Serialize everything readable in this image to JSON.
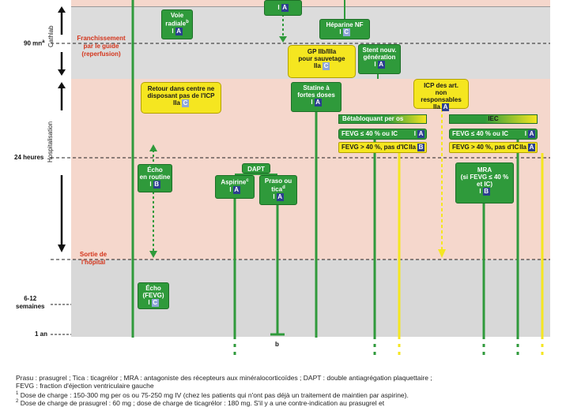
{
  "time_axis": {
    "cath_time": "90 mn",
    "cath_sup": "a",
    "hours_24": "24 heures",
    "weeks": "6-12\nsemaines",
    "year": "1 an"
  },
  "phases": {
    "cathlab": "Cathlab",
    "hospital": "Hospitalisation"
  },
  "events": {
    "reperfusion": "Franchissement\npar le guide\n(reperfusion)",
    "discharge": "Sortie de\nl'hôpital"
  },
  "boxes": {
    "radial": {
      "t": "Voie\nradiale",
      "sup": "b",
      "c": "I",
      "l": "A"
    },
    "top_center": {
      "c": "I",
      "l": "A"
    },
    "heparin": {
      "t": "Héparine NF",
      "c": "I",
      "l": "C"
    },
    "gp": {
      "t": "GP IIb/IIIa\npour sauvetage",
      "c": "IIa",
      "l": "C"
    },
    "stent": {
      "t": "Stent nouv.\ngénération",
      "c": "I",
      "l": "A"
    },
    "retour": {
      "t": "Retour dans centre ne\ndisposant pas de l'ICP",
      "c": "IIa",
      "l": "C"
    },
    "statin": {
      "t": "Statine à\nfortes doses",
      "c": "I",
      "l": "A"
    },
    "icp": {
      "t": "ICP des art.\nnon responsables",
      "c": "IIa",
      "l": "A"
    },
    "beta": {
      "t": "Bétabloquant per os"
    },
    "beta_low": {
      "t": "FEVG ≤ 40 % ou IC",
      "c": "I",
      "l": "A"
    },
    "beta_high": {
      "t": "FEVG > 40 %, pas d'IC",
      "c": "IIa",
      "l": "B"
    },
    "iec": {
      "t": "IEC"
    },
    "iec_low": {
      "t": "FEVG ≤ 40 % ou IC",
      "c": "I",
      "l": "A"
    },
    "iec_high": {
      "t": "FEVG > 40 %, pas d'IC",
      "c": "IIa",
      "l": "A"
    },
    "echo_routine": {
      "t": "Écho\nen routine",
      "c": "I",
      "l": "B"
    },
    "dapt": {
      "t": "DAPT"
    },
    "aspirin": {
      "t": "Aspirine",
      "sup": "c",
      "c": "I",
      "l": "A"
    },
    "praso": {
      "t": "Praso ou\ntica",
      "sup": "d",
      "c": "I",
      "l": "A"
    },
    "mra": {
      "t": "MRA\n(si FEVG ≤ 40 %\net IC)",
      "c": "I",
      "l": "B"
    },
    "echo_fevg": {
      "t": "Écho\n(FEVG)",
      "c": "I",
      "l": "C"
    }
  },
  "bottom_mark": "b",
  "footnotes": {
    "line1": "Prasu : prasugrel ; Tica : ticagrélor ; MRA : antagoniste des récepteurs aux minéralocorticoïdes ; DAPT : double antiagrégation plaquettaire ;",
    "line2": "FEVG : fraction d'éjection ventriculaire gauche",
    "line3_sup": "1",
    "line3": " Dose de charge : 150-300 mg per os ou 75-250 mg IV (chez les patients qui n'ont pas déjà un traitement de maintien par aspirine).",
    "line4_sup": "2",
    "line4": " Dose de charge de prasugrel : 60 mg ; dose de charge de ticagrélor : 180 mg. S'il y a une contre-indication au prasugrel et"
  },
  "colors": {
    "top_gray": "#dcdcdc",
    "pink": "#f5d7cc",
    "gray": "#d8d8d8",
    "green": "#2f9a3b",
    "yellow": "#f5e620",
    "level_blue": "#2b3f8f",
    "event_red": "#d4351c"
  }
}
